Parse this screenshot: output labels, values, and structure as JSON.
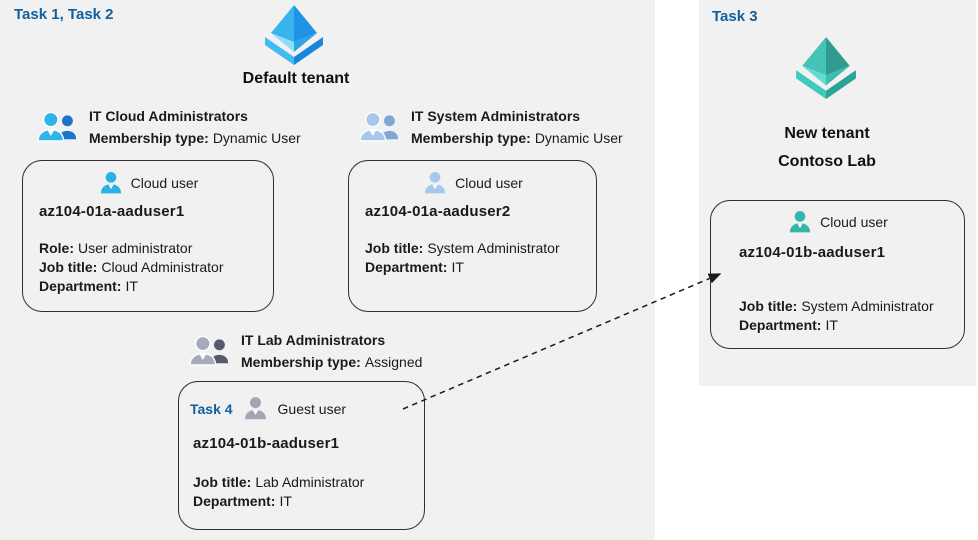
{
  "left_panel": {
    "task_label": "Task 1, Task 2",
    "tenant_title": "Default tenant",
    "group_cloud": {
      "title": "IT Cloud Administrators",
      "membership_label": "Membership type:",
      "membership_value": "Dynamic User"
    },
    "group_system": {
      "title": "IT System Administrators",
      "membership_label": "Membership type:",
      "membership_value": "Dynamic User"
    },
    "group_lab": {
      "title": "IT Lab Administrators",
      "membership_label": "Membership type:",
      "membership_value": "Assigned"
    },
    "user1": {
      "type_label": "Cloud user",
      "name": "az104-01a-aaduser1",
      "role_label": "Role:",
      "role_value": "User administrator",
      "job_label": "Job title:",
      "job_value": "Cloud Administrator",
      "dept_label": "Department:",
      "dept_value": "IT"
    },
    "user2": {
      "type_label": "Cloud user",
      "name": "az104-01a-aaduser2",
      "job_label": "Job title:",
      "job_value": "System Administrator",
      "dept_label": "Department:",
      "dept_value": "IT"
    },
    "guest": {
      "task_label": "Task 4",
      "type_label": "Guest user",
      "name": "az104-01b-aaduser1",
      "job_label": "Job title:",
      "job_value": "Lab Administrator",
      "dept_label": "Department:",
      "dept_value": "IT"
    }
  },
  "right_panel": {
    "task_label": "Task 3",
    "tenant_title_line1": "New tenant",
    "tenant_title_line2": "Contoso Lab",
    "user": {
      "type_label": "Cloud user",
      "name": "az104-01b-aaduser1",
      "job_label": "Job title:",
      "job_value": "System Administrator",
      "dept_label": "Department:",
      "dept_value": "IT"
    }
  },
  "colors": {
    "panel_gray": "#f1f1f1",
    "task_blue": "#11609e",
    "azure_blue_icon": "#2aa4e8",
    "azure_teal_icon": "#3cc0b4",
    "cloud_user_cyan": "#29b2e5",
    "cloud_user_pale_blue": "#a9c8e9",
    "guest_user_gray": "#a3a5b6",
    "cloud_user_teal": "#35b5ac",
    "group_blue_front": "#2fb3e8",
    "group_blue_back": "#1d73c9",
    "group_pale_front": "#a9c8e9",
    "group_pale_back": "#7fa6d4",
    "group_gray_front": "#a7a9bd",
    "group_gray_back": "#565970"
  },
  "icons": {
    "azure_ad_blue": "azure-ad-diamond-icon",
    "azure_ad_teal": "azure-ad-diamond-icon",
    "person": "person-icon",
    "people_group": "people-group-icon",
    "dashed_arrow": "dashed-arrow"
  }
}
